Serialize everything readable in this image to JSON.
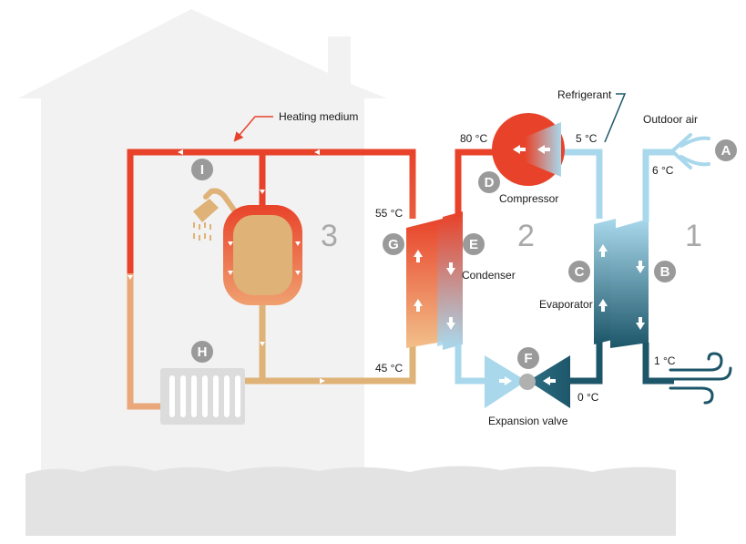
{
  "labels": {
    "heating_medium": "Heating medium",
    "refrigerant": "Refrigerant",
    "outdoor_air": "Outdoor air",
    "compressor": "Compressor",
    "condenser": "Condenser",
    "evaporator": "Evaporator",
    "expansion_valve": "Expansion valve"
  },
  "temperatures": {
    "t80": "80 °C",
    "t5": "5 °C",
    "t6": "6 °C",
    "t55": "55 °C",
    "t45": "45 °C",
    "t1": "1 °C",
    "t0": "0 °C"
  },
  "markers": {
    "A": "A",
    "B": "B",
    "C": "C",
    "D": "D",
    "E": "E",
    "F": "F",
    "G": "G",
    "H": "H",
    "I": "I"
  },
  "zones": {
    "z1": "1",
    "z2": "2",
    "z3": "3"
  },
  "colors": {
    "hot": "#e8432a",
    "warm": "#dfb277",
    "cold": "#a9d8ec",
    "dark": "#1d5669",
    "house": "#f2f2f2",
    "marker": "#9a9a9a"
  }
}
